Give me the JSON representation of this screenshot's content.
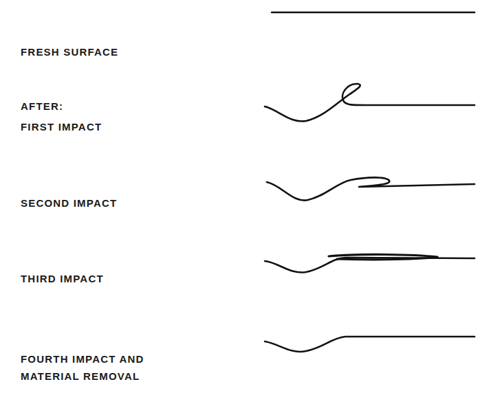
{
  "diagram": {
    "labels": [
      "FRESH SURFACE",
      "AFTER:",
      "FIRST IMPACT",
      "SECOND IMPACT",
      "THIRD IMPACT",
      "FOURTH IMPACT AND MATERIAL REMOVAL"
    ]
  }
}
